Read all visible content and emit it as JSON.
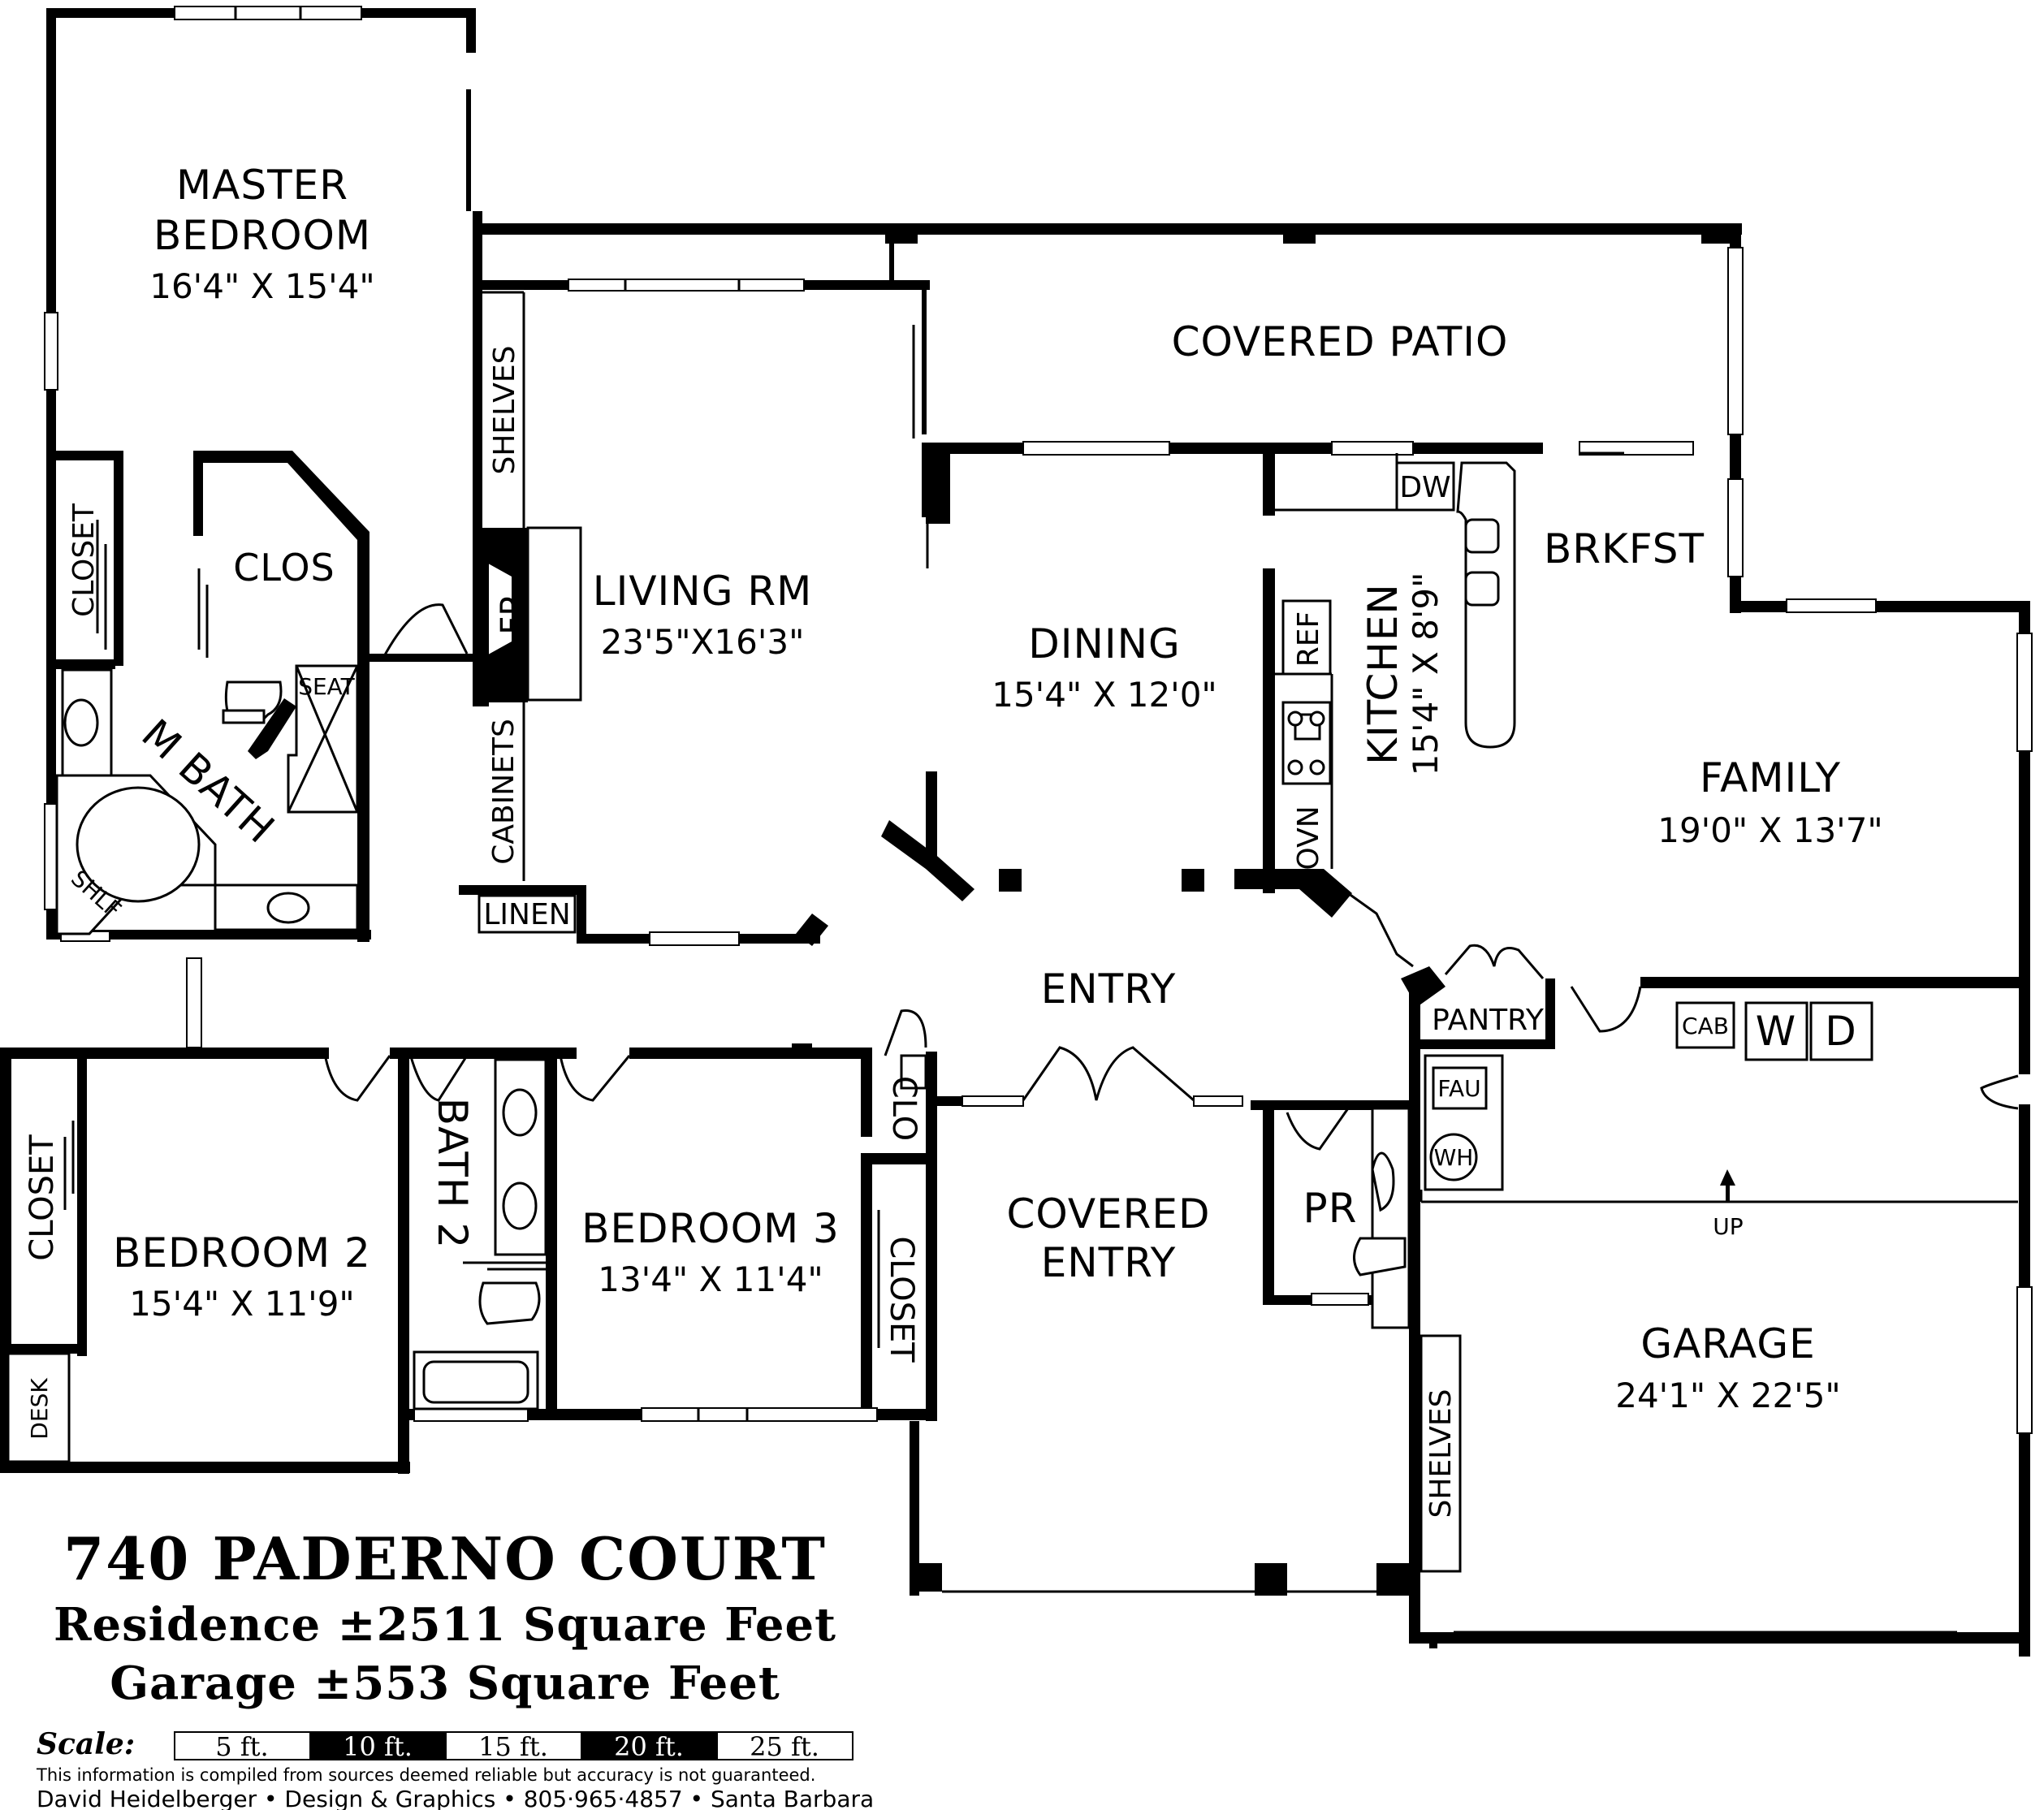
{
  "rooms": {
    "master_bedroom": {
      "name_line1": "MASTER",
      "name_line2": "BEDROOM",
      "dims": "16'4\" X 15'4\""
    },
    "covered_patio": {
      "name": "COVERED PATIO"
    },
    "living_rm": {
      "name": "LIVING RM",
      "dims": "23'5\"X16'3\""
    },
    "dining": {
      "name": "DINING",
      "dims": "15'4\" X 12'0\""
    },
    "kitchen": {
      "name": "KITCHEN",
      "dims": "15'4\" X 8'9\""
    },
    "brkfst": {
      "name": "BRKFST"
    },
    "family": {
      "name": "FAMILY",
      "dims": "19'0\" X 13'7\""
    },
    "entry": {
      "name": "ENTRY"
    },
    "bedroom2": {
      "name": "BEDROOM 2",
      "dims": "15'4\" X 11'9\""
    },
    "bath2": {
      "name": "BATH 2"
    },
    "bedroom3": {
      "name": "BEDROOM 3",
      "dims": "13'4\" X 11'4\""
    },
    "covered_entry": {
      "name_line1": "COVERED",
      "name_line2": "ENTRY"
    },
    "pr": {
      "name": "PR"
    },
    "garage": {
      "name": "GARAGE",
      "dims": "24'1\" X 22'5\""
    },
    "m_bath": {
      "name": "M BATH"
    }
  },
  "fixtures": {
    "closet_master": "CLOSET",
    "clos": "CLOS",
    "seat": "SEAT",
    "shlf": "SHLF",
    "shelves_living": "SHELVES",
    "fp": "FP",
    "cabinets": "CABINETS",
    "linen": "LINEN",
    "dw": "DW",
    "ref": "REF",
    "ovn": "OVN",
    "pantry": "PANTRY",
    "cab": "CAB",
    "washer": "W",
    "dryer": "D",
    "fau": "FAU",
    "wh": "WH",
    "up": "UP",
    "clo": "CLO",
    "closet_bed3": "CLOSET",
    "closet_bed2": "CLOSET",
    "desk": "DESK",
    "shelves_garage": "SHELVES"
  },
  "title": {
    "address": "740 PADERNO COURT",
    "residence": "Residence ±2511 Square Feet",
    "garage": "Garage ±553 Square Feet"
  },
  "scale": {
    "label": "Scale:",
    "segments": [
      "5 ft.",
      "10 ft.",
      "15 ft.",
      "20 ft.",
      "25 ft."
    ]
  },
  "footer": {
    "disclaimer": "This information is compiled from sources deemed reliable but accuracy is not guaranteed.",
    "credit": "David Heidelberger • Design & Graphics • 805·965·4857 • Santa Barbara"
  }
}
